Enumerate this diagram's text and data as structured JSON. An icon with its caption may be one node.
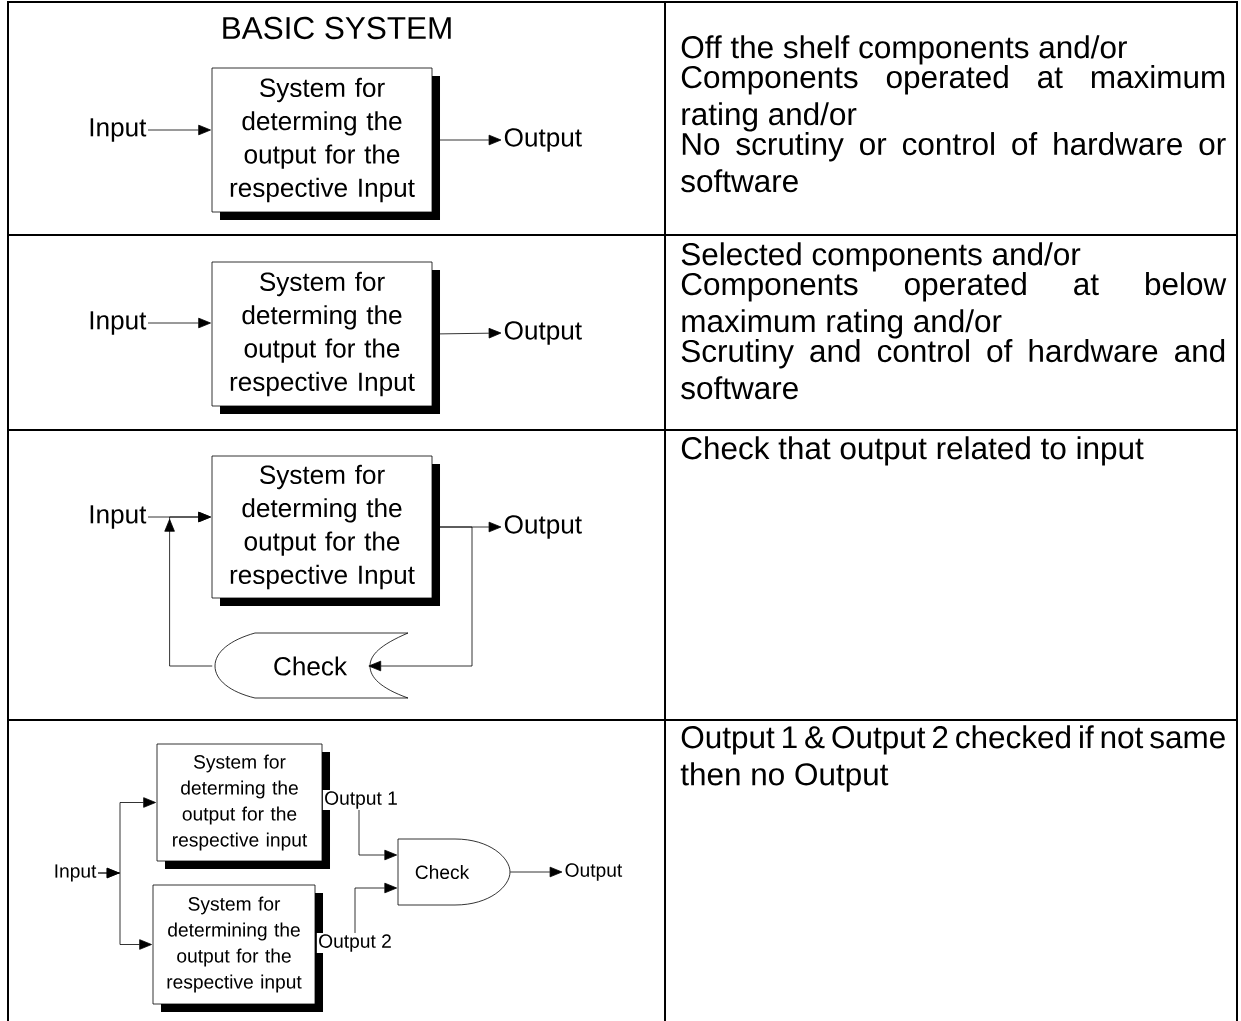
{
  "diagram": {
    "title": "BASIC SYSTEM",
    "nodes": [
      {
        "text": [
          "Input"
        ]
      },
      {
        "text": [
          "System for determing the output for the respective Input"
        ]
      },
      {
        "text": [
          "Output"
        ]
      },
      {
        "text": [
          "Input"
        ]
      },
      {
        "text": [
          "System for determing the output for the respective Input"
        ]
      },
      {
        "text": [
          "Output"
        ]
      },
      {
        "text": [
          "Input"
        ]
      },
      {
        "text": [
          "System for determing the output for the respective Input"
        ]
      },
      {
        "text": [
          "Output"
        ]
      },
      {
        "text": [
          "Check"
        ]
      },
      {
        "text": [
          "Input"
        ]
      },
      {
        "text": [
          "System for determing the output for the respective input"
        ]
      },
      {
        "text": [
          "System for determining the output for the respective input"
        ]
      },
      {
        "text": [
          "Check"
        ]
      },
      {
        "text": [
          "Output"
        ]
      }
    ],
    "edges": [
      {
        "from": 0,
        "to": 1,
        "arrow": "to"
      },
      {
        "from": 1,
        "to": 2,
        "arrow": "to"
      },
      {
        "from": 3,
        "to": 4,
        "arrow": "to"
      },
      {
        "from": 4,
        "to": 5,
        "arrow": "to"
      },
      {
        "from": 6,
        "to": 7,
        "arrow": "to"
      },
      {
        "from": 7,
        "to": 8,
        "arrow": "to"
      },
      {
        "from": 7,
        "to": 9,
        "arrow": "to"
      },
      {
        "from": 9,
        "to": 7,
        "arrow": "to"
      },
      {
        "from": 10,
        "to": 11,
        "arrow": "to"
      },
      {
        "from": 10,
        "to": 12,
        "arrow": "to"
      },
      {
        "from": 11,
        "to": 13,
        "arrow": "to",
        "label": "Output 1"
      },
      {
        "from": 12,
        "to": 13,
        "arrow": "to",
        "label": "Output 2"
      },
      {
        "from": 13,
        "to": 14,
        "arrow": "to"
      }
    ],
    "labels": [
      "Off the shelf components and/or",
      "Components operated at maximum rating and/or",
      "No scrutiny or control of hardware or software",
      "Selected components and/or",
      "Components operated at below maximum rating and/or",
      "Scrutiny and control of hardware and software",
      "Check that output related to input",
      "Output 1 & Output 2 checked if not same then no Output"
    ]
  }
}
